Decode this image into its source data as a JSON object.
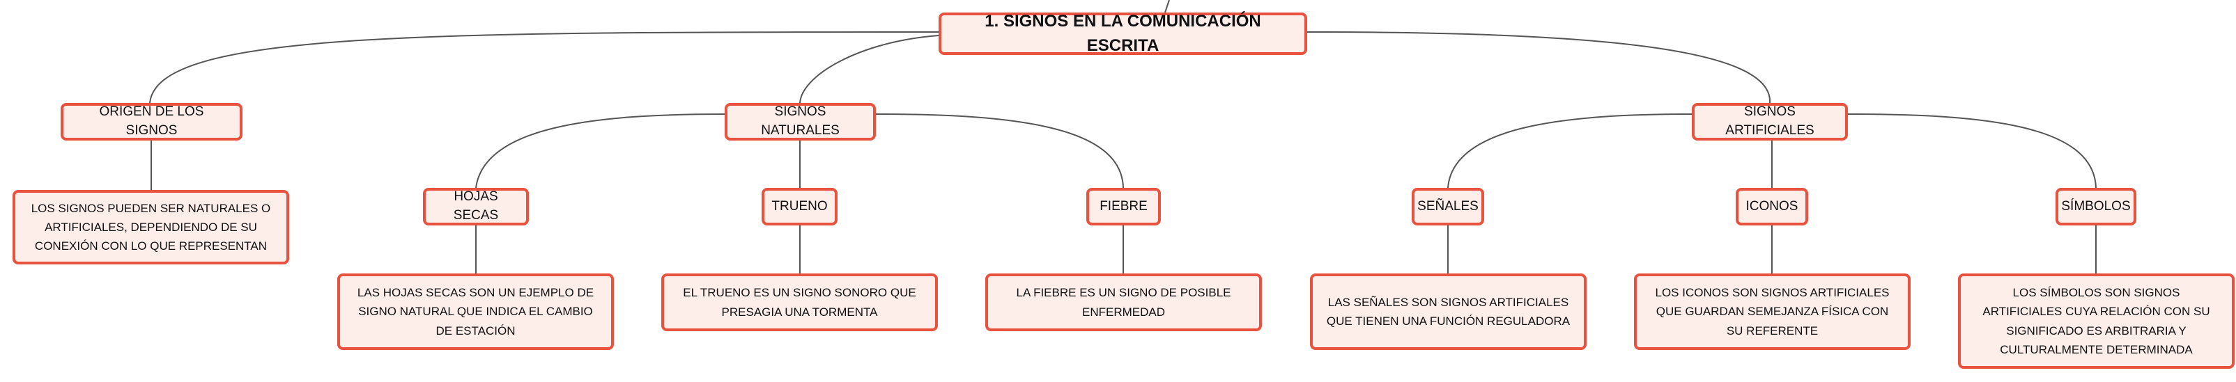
{
  "mindmap": {
    "root": "1. SIGNOS EN LA COMUNICACIÓN ESCRITA",
    "origen": {
      "title": "ORIGEN DE LOS SIGNOS",
      "detail": "LOS SIGNOS PUEDEN SER NATURALES O ARTIFICIALES, DEPENDIENDO DE SU CONEXIÓN CON LO QUE REPRESENTAN"
    },
    "naturales": {
      "title": "SIGNOS NATURALES",
      "hojas": {
        "title": "HOJAS SECAS",
        "detail": "LAS HOJAS SECAS SON UN EJEMPLO DE SIGNO NATURAL QUE INDICA EL CAMBIO DE ESTACIÓN"
      },
      "trueno": {
        "title": "TRUENO",
        "detail": "EL TRUENO ES UN SIGNO SONORO QUE PRESAGIA UNA TORMENTA"
      },
      "fiebre": {
        "title": "FIEBRE",
        "detail": "LA FIEBRE ES UN SIGNO DE POSIBLE ENFERMEDAD"
      }
    },
    "artificiales": {
      "title": "SIGNOS ARTIFICIALES",
      "senales": {
        "title": "SEÑALES",
        "detail": "LAS SEÑALES SON SIGNOS ARTIFICIALES QUE TIENEN UNA FUNCIÓN REGULADORA"
      },
      "iconos": {
        "title": "ICONOS",
        "detail": "LOS ICONOS SON SIGNOS ARTIFICIALES QUE GUARDAN SEMEJANZA FÍSICA CON SU REFERENTE"
      },
      "simbolos": {
        "title": "SÍMBOLOS",
        "detail": "LOS SÍMBOLOS SON SIGNOS ARTIFICIALES CUYA RELACIÓN CON SU SIGNIFICADO ES ARBITRARIA Y CULTURALMENTE DETERMINADA"
      }
    }
  },
  "colors": {
    "border": "#e9523f",
    "fill": "#fdeeea",
    "link": "#555555"
  }
}
